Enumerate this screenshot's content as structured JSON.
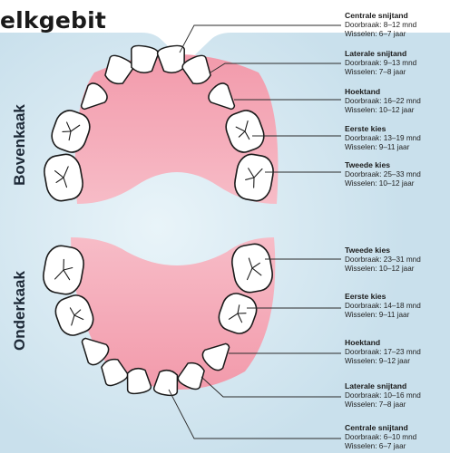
{
  "title": "elkgebit",
  "jaws": {
    "upper_label": "Bovenkaak",
    "lower_label": "Onderkaak"
  },
  "upper_teeth": [
    {
      "name": "Centrale snijtand",
      "eruption_label": "Doorbraak:",
      "eruption": "8–12 mnd",
      "shed_label": "Wisselen:",
      "shed": "6–7 jaar"
    },
    {
      "name": "Laterale snijtand",
      "eruption_label": "Doorbraak:",
      "eruption": "9–13 mnd",
      "shed_label": "Wisselen:",
      "shed": "7–8 jaar"
    },
    {
      "name": "Hoektand",
      "eruption_label": "Doorbraak:",
      "eruption": "16–22 mnd",
      "shed_label": "Wisselen:",
      "shed": "10–12 jaar"
    },
    {
      "name": "Eerste kies",
      "eruption_label": "Doorbraak:",
      "eruption": "13–19 mnd",
      "shed_label": "Wisselen:",
      "shed": "9–11 jaar"
    },
    {
      "name": "Tweede kies",
      "eruption_label": "Doorbraak:",
      "eruption": "25–33 mnd",
      "shed_label": "Wisselen:",
      "shed": "10–12 jaar"
    }
  ],
  "lower_teeth": [
    {
      "name": "Tweede kies",
      "eruption_label": "Doorbraak:",
      "eruption": "23–31 mnd",
      "shed_label": "Wisselen:",
      "shed": "10–12 jaar"
    },
    {
      "name": "Eerste kies",
      "eruption_label": "Doorbraak:",
      "eruption": "14–18 mnd",
      "shed_label": "Wisselen:",
      "shed": "9–11 jaar"
    },
    {
      "name": "Hoektand",
      "eruption_label": "Doorbraak:",
      "eruption": "17–23 mnd",
      "shed_label": "Wisselen:",
      "shed": "9–12 jaar"
    },
    {
      "name": "Laterale snijtand",
      "eruption_label": "Doorbraak:",
      "eruption": "10–16 mnd",
      "shed_label": "Wisselen:",
      "shed": "7–8 jaar"
    },
    {
      "name": "Centrale snijtand",
      "eruption_label": "Doorbraak:",
      "eruption": "6–10 mnd",
      "shed_label": "Wisselen:",
      "shed": "6–7 jaar"
    }
  ],
  "colors": {
    "background": "#cfe4ef",
    "top_panel": "#ffffff",
    "gum": "#f2a3b1",
    "gum_light": "#f7c3cc",
    "tooth": "#ffffff",
    "outline": "#1a1a1a"
  }
}
